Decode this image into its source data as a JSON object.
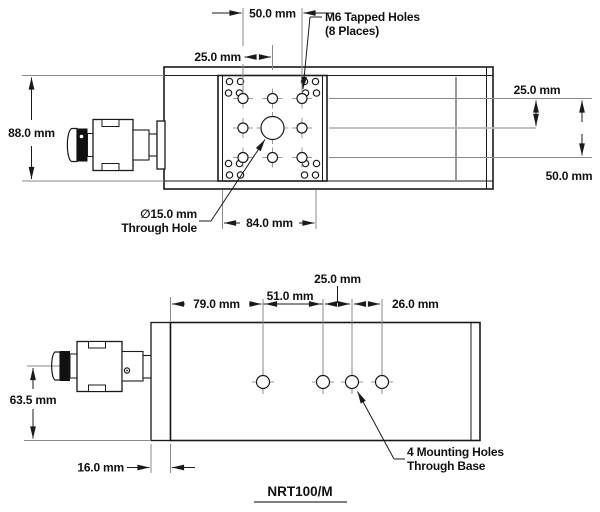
{
  "drawing_title": "NRT100/M",
  "colors": {
    "line": "#1a1a1a",
    "extension_line": "#8a8a8a",
    "light_centerline": "#b9b9b9",
    "background": "#ffffff",
    "connector_band": "#111111"
  },
  "top_view": {
    "dim_top_width": "50.0 mm",
    "dim_top_offset": "25.0 mm",
    "dim_height": "88.0 mm",
    "dim_right_offset": "25.0 mm",
    "dim_right_width": "50.0 mm",
    "dim_bottom": "84.0 mm",
    "label_m6_line1": "M6 Tapped Holes",
    "label_m6_line2": "(8 Places)",
    "label_hole_line1": "∅15.0 mm",
    "label_hole_line2": "Through Hole"
  },
  "side_view": {
    "dim_plate_thickness": "16.0 mm",
    "dim_height": "63.5 mm",
    "dim_hole1": "79.0 mm",
    "dim_hole2": "51.0 mm",
    "dim_hole3": "25.0 mm",
    "dim_hole4": "26.0 mm",
    "label_mounting_line1": "4 Mounting Holes",
    "label_mounting_line2": "Through Base"
  }
}
